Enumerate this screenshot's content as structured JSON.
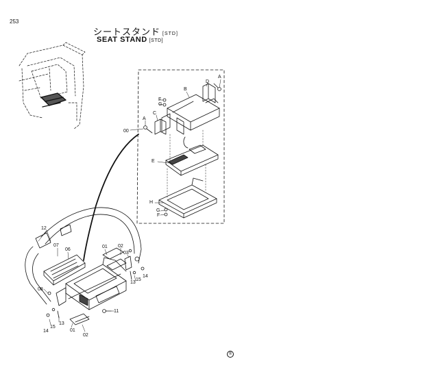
{
  "page": {
    "number": "253",
    "title_jp": "シートスタンド",
    "title_en": "SEAT STAND",
    "variant": "[STD]"
  },
  "callouts": {
    "upper": [
      "A",
      "B",
      "C",
      "D",
      "E",
      "F",
      "G",
      "H",
      "A",
      "F",
      "G",
      "00"
    ],
    "lower": [
      "12",
      "07",
      "06",
      "01",
      "02",
      "03",
      "08",
      "13",
      "14",
      "15",
      "13",
      "14",
      "15",
      "01",
      "02",
      "11"
    ]
  },
  "footer": {
    "mark": "®"
  },
  "colors": {
    "line": "#111111",
    "background": "#ffffff"
  }
}
